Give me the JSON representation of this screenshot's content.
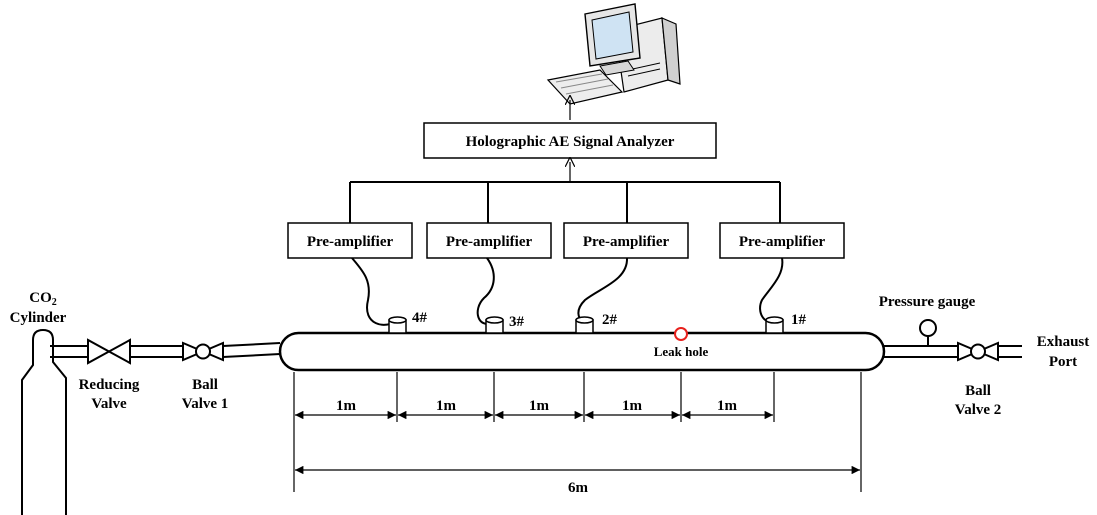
{
  "analyzer": {
    "label": "Holographic AE Signal Analyzer"
  },
  "preamps": [
    {
      "label": "Pre-amplifier"
    },
    {
      "label": "Pre-amplifier"
    },
    {
      "label": "Pre-amplifier"
    },
    {
      "label": "Pre-amplifier"
    }
  ],
  "sensors": [
    {
      "label": "4#"
    },
    {
      "label": "3#"
    },
    {
      "label": "2#"
    },
    {
      "label": "1#"
    }
  ],
  "co2": {
    "line1_prefix": "CO",
    "line1_sub": "2",
    "line2": "Cylinder"
  },
  "reducing_valve": {
    "line1": "Reducing",
    "line2": "Valve"
  },
  "ball_valve_1": {
    "line1": "Ball",
    "line2": "Valve 1"
  },
  "ball_valve_2": {
    "line1": "Ball",
    "line2": "Valve 2"
  },
  "pressure_gauge": {
    "label": "Pressure gauge"
  },
  "exhaust": {
    "line1": "Exhaust",
    "line2": "Port"
  },
  "leak": {
    "label": "Leak hole",
    "color": "#e8201c"
  },
  "dimensions": {
    "segments": [
      "1m",
      "1m",
      "1m",
      "1m",
      "1m"
    ],
    "total": "6m"
  }
}
